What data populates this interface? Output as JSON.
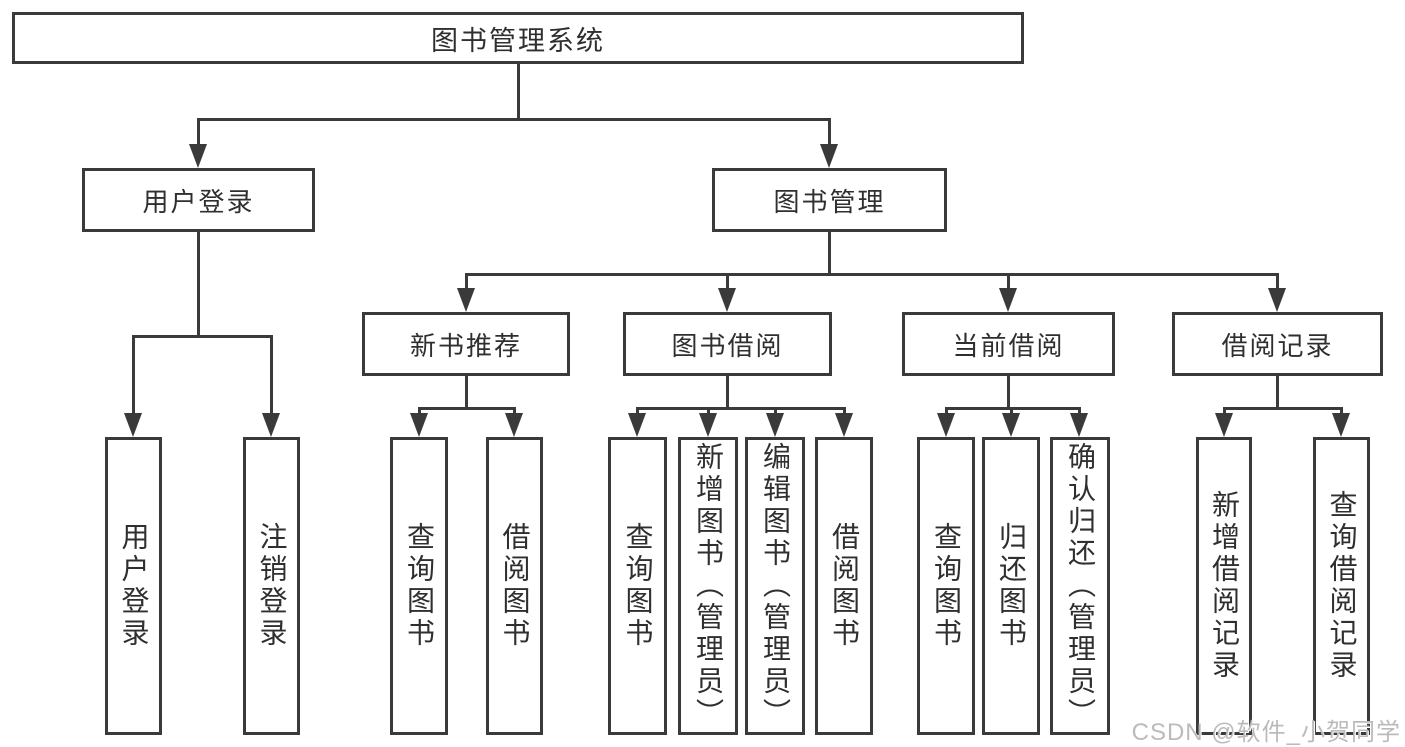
{
  "colors": {
    "line": "#3a3a3a",
    "text": "#2f2f2f",
    "background": "#ffffff",
    "watermark_text_color": "#bbbbbb"
  },
  "watermark": {
    "text": "CSDN @软件_小贺同学"
  },
  "tree": {
    "label": "图书管理系统",
    "children": [
      {
        "label": "用户登录",
        "children": [
          {
            "label": "用户登录"
          },
          {
            "label": "注销登录"
          }
        ]
      },
      {
        "label": "图书管理",
        "children": [
          {
            "label": "新书推荐",
            "children": [
              {
                "label": "查询图书"
              },
              {
                "label": "借阅图书"
              }
            ]
          },
          {
            "label": "图书借阅",
            "children": [
              {
                "label": "查询图书"
              },
              {
                "label": "新增图书（管理员）"
              },
              {
                "label": "编辑图书（管理员）"
              },
              {
                "label": "借阅图书"
              }
            ]
          },
          {
            "label": "当前借阅",
            "children": [
              {
                "label": "查询图书"
              },
              {
                "label": "归还图书"
              },
              {
                "label": "确认归还（管理员）"
              }
            ]
          },
          {
            "label": "借阅记录",
            "children": [
              {
                "label": "新增借阅记录"
              },
              {
                "label": "查询借阅记录"
              }
            ]
          }
        ]
      }
    ]
  }
}
